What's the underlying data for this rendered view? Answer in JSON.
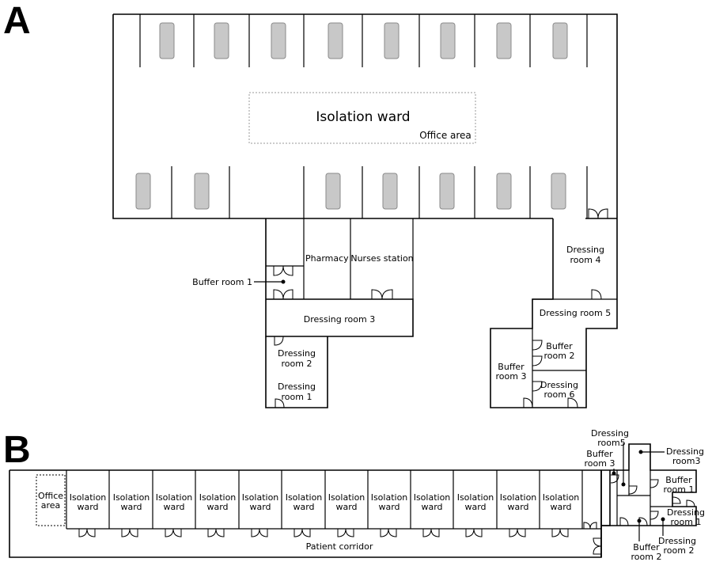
{
  "panels": {
    "a": "A",
    "b": "B"
  },
  "panel_a": {
    "isolation_ward": "Isolation ward",
    "office_area": "Office area",
    "pharmacy": "Pharmacy",
    "nurses_station": "Nurses station",
    "buffer_room_1": "Buffer room 1",
    "dressing_room_3": "Dressing room  3",
    "dressing_room_2": [
      "Dressing",
      "room 2"
    ],
    "dressing_room_1": [
      "Dressing",
      "room 1"
    ],
    "dressing_room_4": [
      "Dressing",
      "room 4"
    ],
    "dressing_room_5": "Dressing room 5",
    "buffer_room_2": [
      "Buffer",
      "room 2"
    ],
    "buffer_room_3": [
      "Buffer",
      "room 3"
    ],
    "dressing_room_6": [
      "Dressing",
      "room 6"
    ]
  },
  "panel_b": {
    "office_area": [
      "Office",
      "area"
    ],
    "isolation_ward": [
      "Isolation",
      "ward"
    ],
    "patient_corridor": "Patient corridor",
    "dressing_room5": [
      "Dressing",
      "room5"
    ],
    "buffer_room_3": [
      "Buffer",
      "room 3"
    ],
    "dressing_room3": [
      "Dressing",
      "room3"
    ],
    "buffer_room_1": [
      "Buffer",
      "room 1"
    ],
    "dressing_room_1": [
      "Dressing",
      "room 1"
    ],
    "dressing_room_2": [
      "Dressing",
      "room 2"
    ],
    "buffer_room_2": [
      "Buffer",
      "room 2"
    ]
  }
}
